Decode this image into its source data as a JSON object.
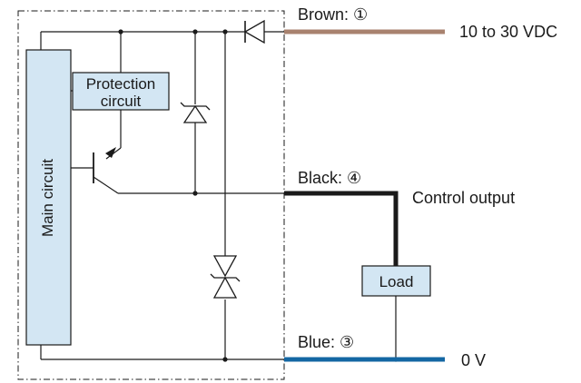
{
  "wires": {
    "brown": {
      "label": "Brown: ①",
      "color": "#a8826f",
      "terminal": "10 to 30 VDC"
    },
    "black": {
      "label": "Black: ④",
      "color": "#1a1a1a",
      "terminal": "Control output"
    },
    "blue": {
      "label": "Blue: ③",
      "color": "#1467a3",
      "terminal": "0 V"
    }
  },
  "blocks": {
    "main_circuit": "Main circuit",
    "protection_line1": "Protection",
    "protection_line2": "circuit",
    "load": "Load"
  },
  "colors": {
    "box_fill": "#d3e6f3",
    "line": "#1a1a1a"
  }
}
